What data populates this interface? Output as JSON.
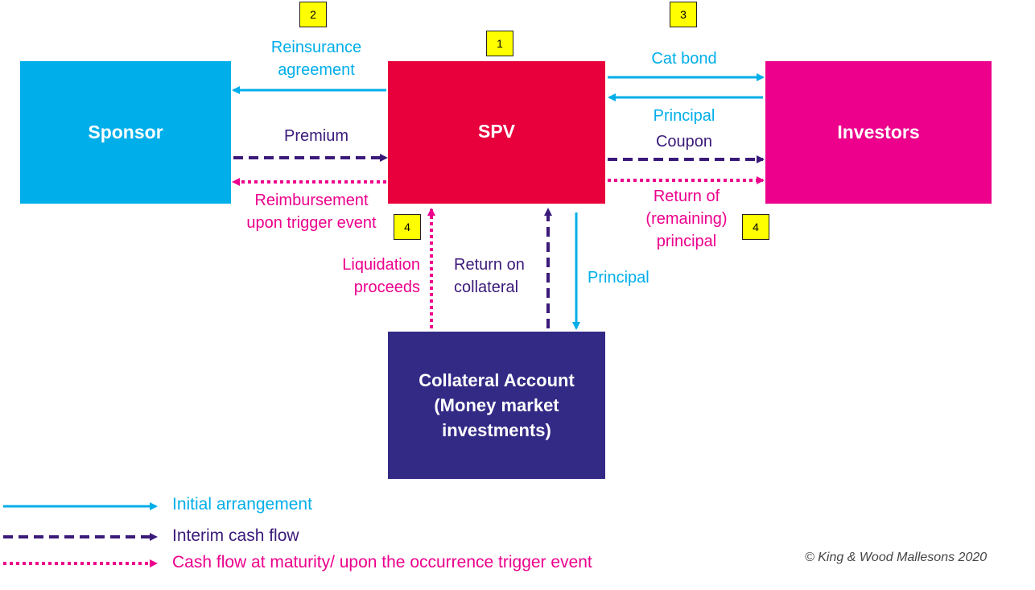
{
  "boxes": {
    "sponsor": "Sponsor",
    "spv": "SPV",
    "investors": "Investors",
    "collateral": "Collateral Account\n(Money market\ninvestments)"
  },
  "labels": {
    "reinsurance": "Reinsurance\nagreement",
    "premium": "Premium",
    "reimbursement": "Reimbursement\nupon trigger event",
    "cat_bond": "Cat bond",
    "principal_top": "Principal",
    "coupon": "Coupon",
    "return_principal": "Return of\n(remaining)\nprincipal",
    "liquidation": "Liquidation\nproceeds",
    "return_collateral": "Return on\ncollateral",
    "principal_down": "Principal"
  },
  "badges": {
    "b1": "1",
    "b2": "2",
    "b3": "3",
    "b4_left": "4",
    "b4_right": "4"
  },
  "legend": {
    "initial": "Initial arrangement",
    "interim": "Interim cash flow",
    "maturity": "Cash flow at maturity/ upon the occurrence trigger event"
  },
  "copyright": "© King & Wood Mallesons 2020",
  "colors": {
    "cyan": "#00aee9",
    "purple": "#3b1a7a",
    "pink": "#ec008c",
    "spv": "#e8003c",
    "collateral": "#332a86"
  }
}
